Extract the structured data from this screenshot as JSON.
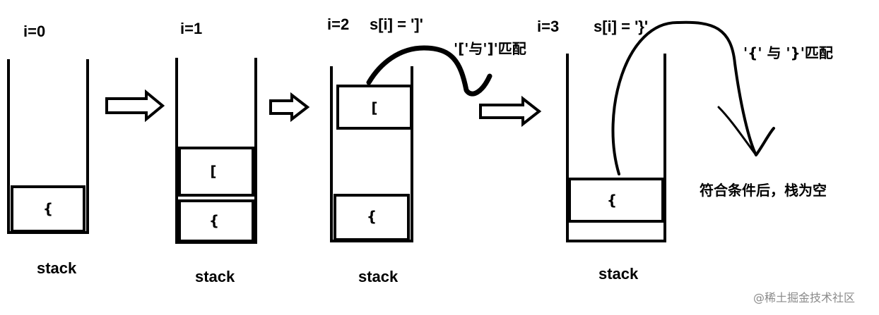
{
  "stages": [
    {
      "step": "i=0",
      "cells": [
        "{"
      ],
      "stack_label": "stack"
    },
    {
      "step": "i=1",
      "cells": [
        "[",
        "{"
      ],
      "stack_label": "stack"
    },
    {
      "step": "i=2",
      "condition": "s[i] = ']'",
      "cells": [
        "[",
        "{"
      ],
      "stack_label": "stack",
      "annotation": "'['与']'匹配"
    },
    {
      "step": "i=3",
      "condition": "s[i] = '}'",
      "cells": [
        "{"
      ],
      "stack_label": "stack",
      "annotation": "'{' 与 '}'匹配"
    }
  ],
  "result_text": "符合条件后，栈为空",
  "watermark": "@稀土掘金技术社区"
}
